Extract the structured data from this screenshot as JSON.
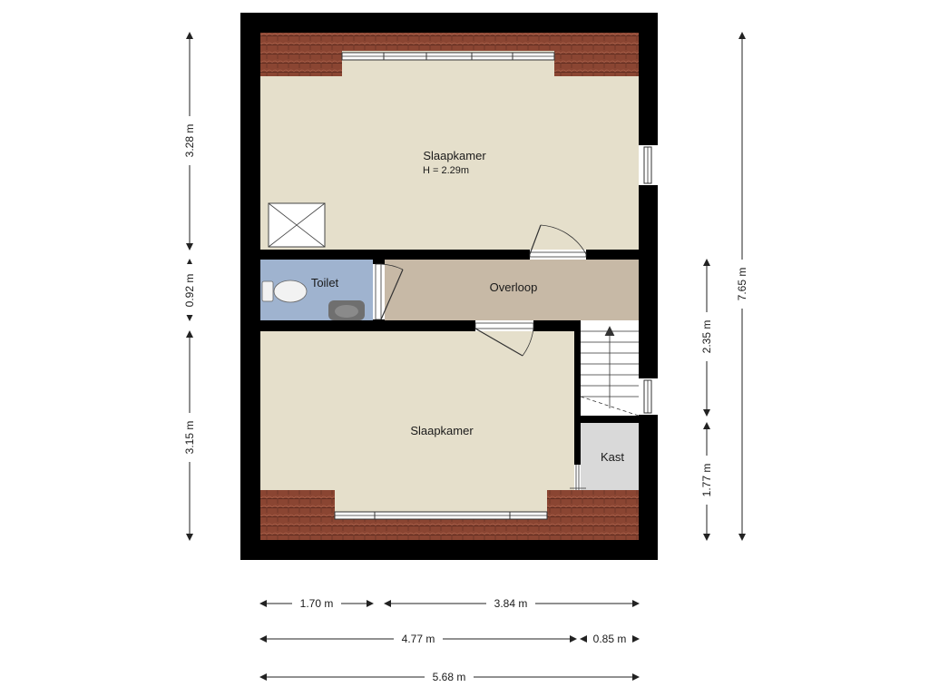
{
  "rooms": {
    "slaapkamer_top": {
      "name": "Slaapkamer",
      "height": "H = 2.29m"
    },
    "toilet": {
      "name": "Toilet"
    },
    "overloop": {
      "name": "Overloop"
    },
    "slaapkamer_bottom": {
      "name": "Slaapkamer"
    },
    "kast": {
      "name": "Kast"
    }
  },
  "dimensions": {
    "left": [
      "3.28 m",
      "0.92 m",
      "3.15 m"
    ],
    "right_overall": "7.65 m",
    "right_inner": [
      "2.35 m",
      "1.77 m"
    ],
    "bottom_row1": [
      "1.70 m",
      "3.84 m"
    ],
    "bottom_row2": [
      "4.77 m",
      "0.85 m"
    ],
    "bottom_row3": "5.68 m"
  },
  "colors": {
    "wall": "#000000",
    "bedroom_floor": "#e5dfcb",
    "toilet_floor": "#9fb3cf",
    "landing_floor": "#c7b9a6",
    "closet_floor": "#d9d9d9",
    "roof_tiles": "#8a4532"
  }
}
